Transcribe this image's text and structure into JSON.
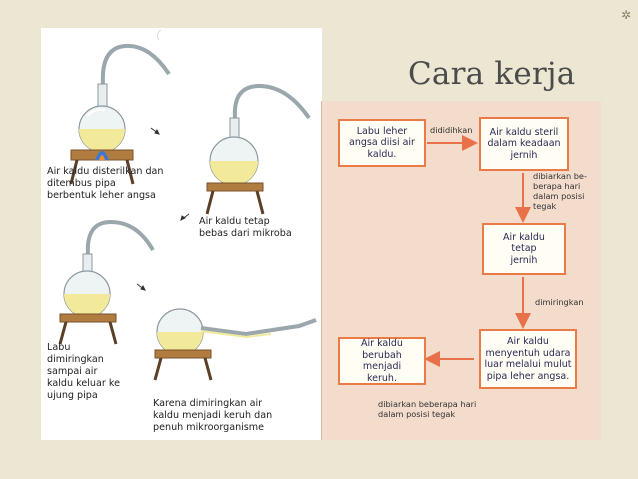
{
  "title": "Cara kerja",
  "colors": {
    "background": "#ebe7d3",
    "flow_panel": "#f3dccb",
    "arrow": "#e8714a",
    "box_border": "#ea7b47",
    "broth": "#f3e99a"
  },
  "captions": {
    "c1": "Air kaldu disterilkan dan\nditembus pipa\nberbentuk leher angsa",
    "c2": "Air kaldu tetap\nbebas dari mikroba",
    "c3": "Labu\ndimiringkan\nsampai air\nkaldu keluar ke\nujung pipa",
    "c4": "Karena dimiringkan air\nkaldu menjadi keruh dan\npenuh mikroorganisme"
  },
  "flow": {
    "box1": "Labu leher\nangsa diisi air\nkaldu.",
    "box2": "Air kaldu steril\ndalam keadaan\njernih",
    "box3": "Air kaldu\ntetap\njernih",
    "box4": "Air kaldu\nmenyentuh udara\nluar melalui mulut\npipa leher angsa.",
    "box5": "Air kaldu\nberubah menjadi\nkeruh.",
    "label1": "dididihkan",
    "label2": "dibiarkan be-\nberapa hari\ndalam posisi\ntegak",
    "label3": "dimiringkan",
    "label4": "dibiarkan beberapa hari\ndalam posisi tegak"
  }
}
